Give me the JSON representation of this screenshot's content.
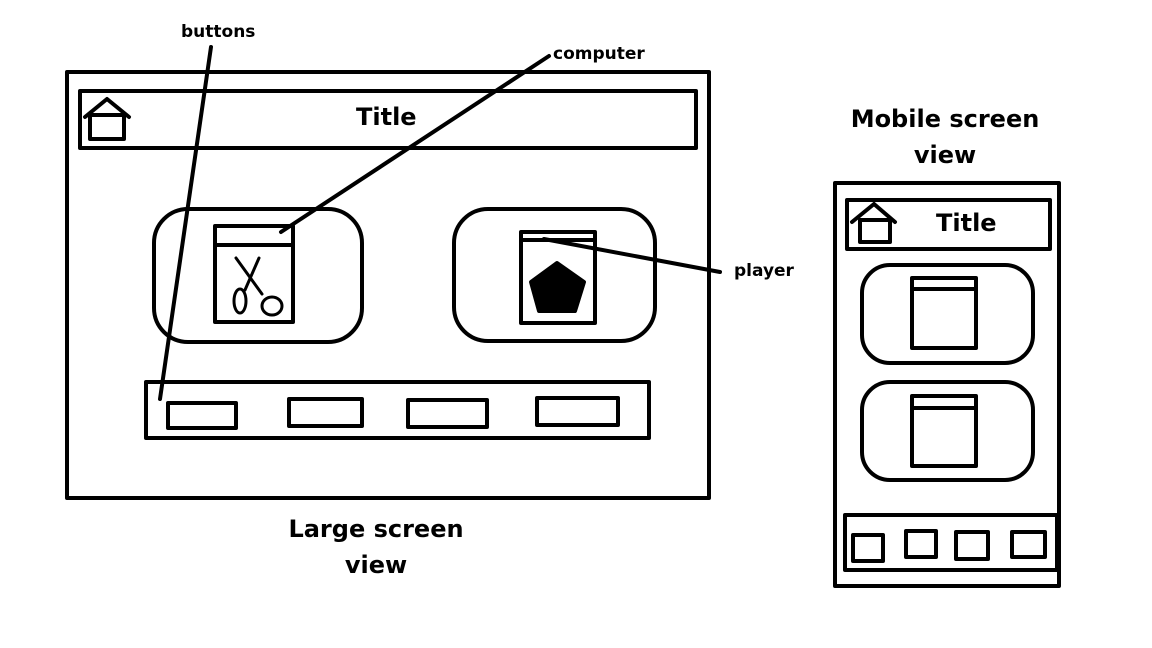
{
  "annotations": {
    "buttons": "buttons",
    "computer": "computer",
    "player": "player"
  },
  "large_view": {
    "caption_line1": "Large screen",
    "caption_line2": "view",
    "title": "Title",
    "home_icon": "home-icon",
    "computer_icon": "scissors-icon",
    "player_icon": "pentagon-icon",
    "button_count": 4
  },
  "mobile_view": {
    "caption_line1": "Mobile screen",
    "caption_line2": "view",
    "title": "Title",
    "home_icon": "home-icon",
    "button_count": 4
  },
  "colors": {
    "ink": "#000000",
    "paper": "#ffffff"
  }
}
